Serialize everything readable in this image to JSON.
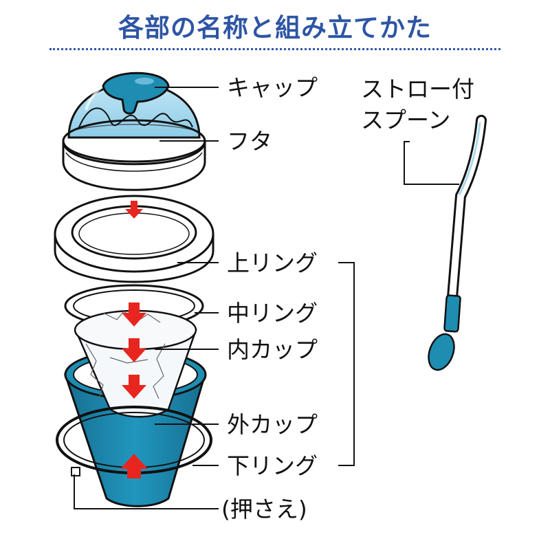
{
  "title": "各部の名称と組み立てかた",
  "labels": {
    "cap": "キャップ",
    "lid": "フタ",
    "straw_line1": "ストロー付",
    "straw_line2": "スプーン",
    "upper_ring": "上リング",
    "middle_ring": "中リング",
    "inner_cup": "内カップ",
    "outer_cup": "外カップ",
    "lower_ring": "下リング",
    "presser": "(押さえ)"
  },
  "colors": {
    "title": "#2e55a5",
    "teal": "#1e8db2",
    "light_blue": "#a9d8ee",
    "arrow_red": "#e8261f",
    "outline": "#111111"
  }
}
